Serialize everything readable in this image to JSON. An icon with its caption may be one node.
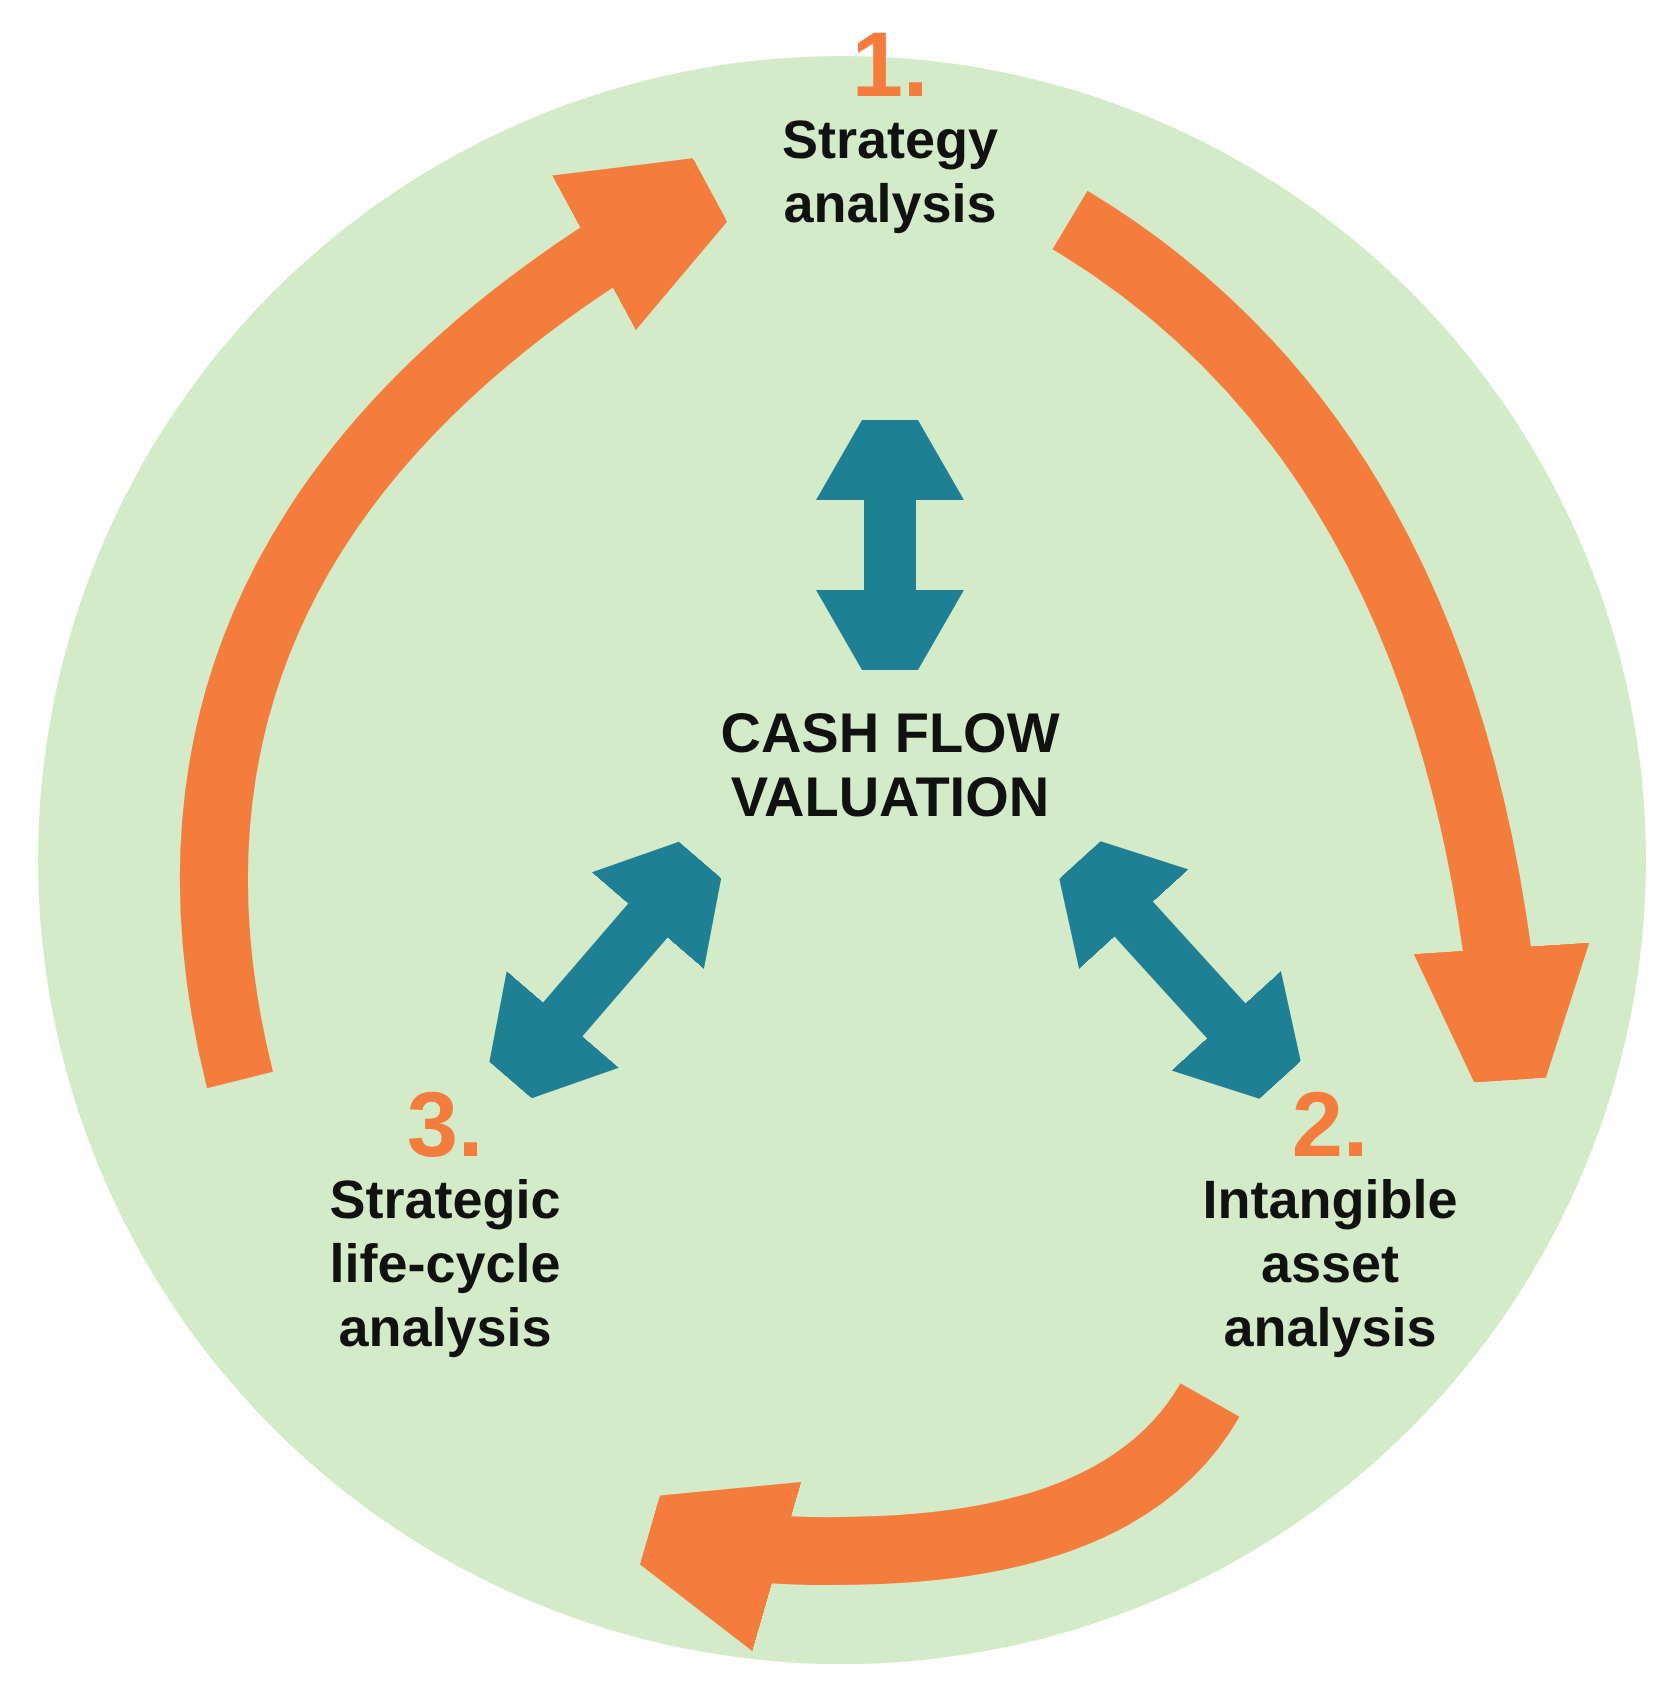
{
  "diagram": {
    "nodes": [
      {
        "text": [
          "1.",
          "Strategy analysis"
        ]
      },
      {
        "text": [
          "CASH FLOW VALUATION"
        ]
      },
      {
        "text": [
          "2.",
          "Intangible asset analysis"
        ]
      },
      {
        "text": [
          "3.",
          "Strategic life-cycle analysis"
        ]
      }
    ],
    "edges": [
      {
        "from": 0,
        "to": 2,
        "arrow": "to",
        "color": "#f47c3c"
      },
      {
        "from": 2,
        "to": 3,
        "arrow": "to",
        "color": "#f47c3c"
      },
      {
        "from": 3,
        "to": 0,
        "arrow": "to",
        "color": "#f47c3c"
      },
      {
        "from": 0,
        "to": 1,
        "arrow": "both",
        "color": "#1f7f94"
      },
      {
        "from": 1,
        "to": 2,
        "arrow": "both",
        "color": "#1f7f94"
      },
      {
        "from": 1,
        "to": 3,
        "arrow": "both",
        "color": "#1f7f94"
      }
    ]
  }
}
